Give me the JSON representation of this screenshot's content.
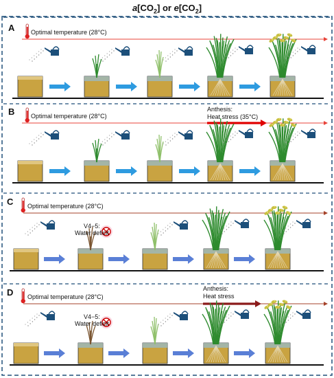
{
  "title": {
    "prefix_a": "a",
    "co2_a": "[CO",
    "sub_a": "2",
    "close_a": "]",
    "or_text": " or ",
    "prefix_e": "e",
    "co2_e": "[CO",
    "sub_e": "2",
    "close_e": "]"
  },
  "panels": [
    {
      "label": "A",
      "temperature": "Optimal temperature (28°C)",
      "stress_lines": []
    },
    {
      "label": "B",
      "temperature": "Optimal temperature (28°C)",
      "stress_lines": [
        "Anthesis:",
        "Heat stress (35°C)"
      ]
    },
    {
      "label": "C",
      "temperature": "Optimal temperature (28°C)",
      "stress_lines": [],
      "water_deficit": [
        "V4−5:",
        "Water deficit"
      ]
    },
    {
      "label": "D",
      "temperature": "Optimal temperature (28°C)",
      "stress_lines": [
        "Anthesis:",
        "Heat stress"
      ],
      "water_deficit": [
        "V4−5:",
        "Water deficit"
      ]
    }
  ],
  "colors": {
    "frame": "#1f4e79",
    "timeline": "#e8433a",
    "heat_arrow": "#e00000",
    "heat_arrow_dark": "#8b1a1a",
    "flow_arrow": "#2e9be0",
    "flow_arrow_cd": "#5a7fd6",
    "soil": "#c9a341",
    "water": "#9eb8b8",
    "leaf": "#2e8b2e",
    "panicle": "#c8c040",
    "can": "#1c4f7a"
  }
}
